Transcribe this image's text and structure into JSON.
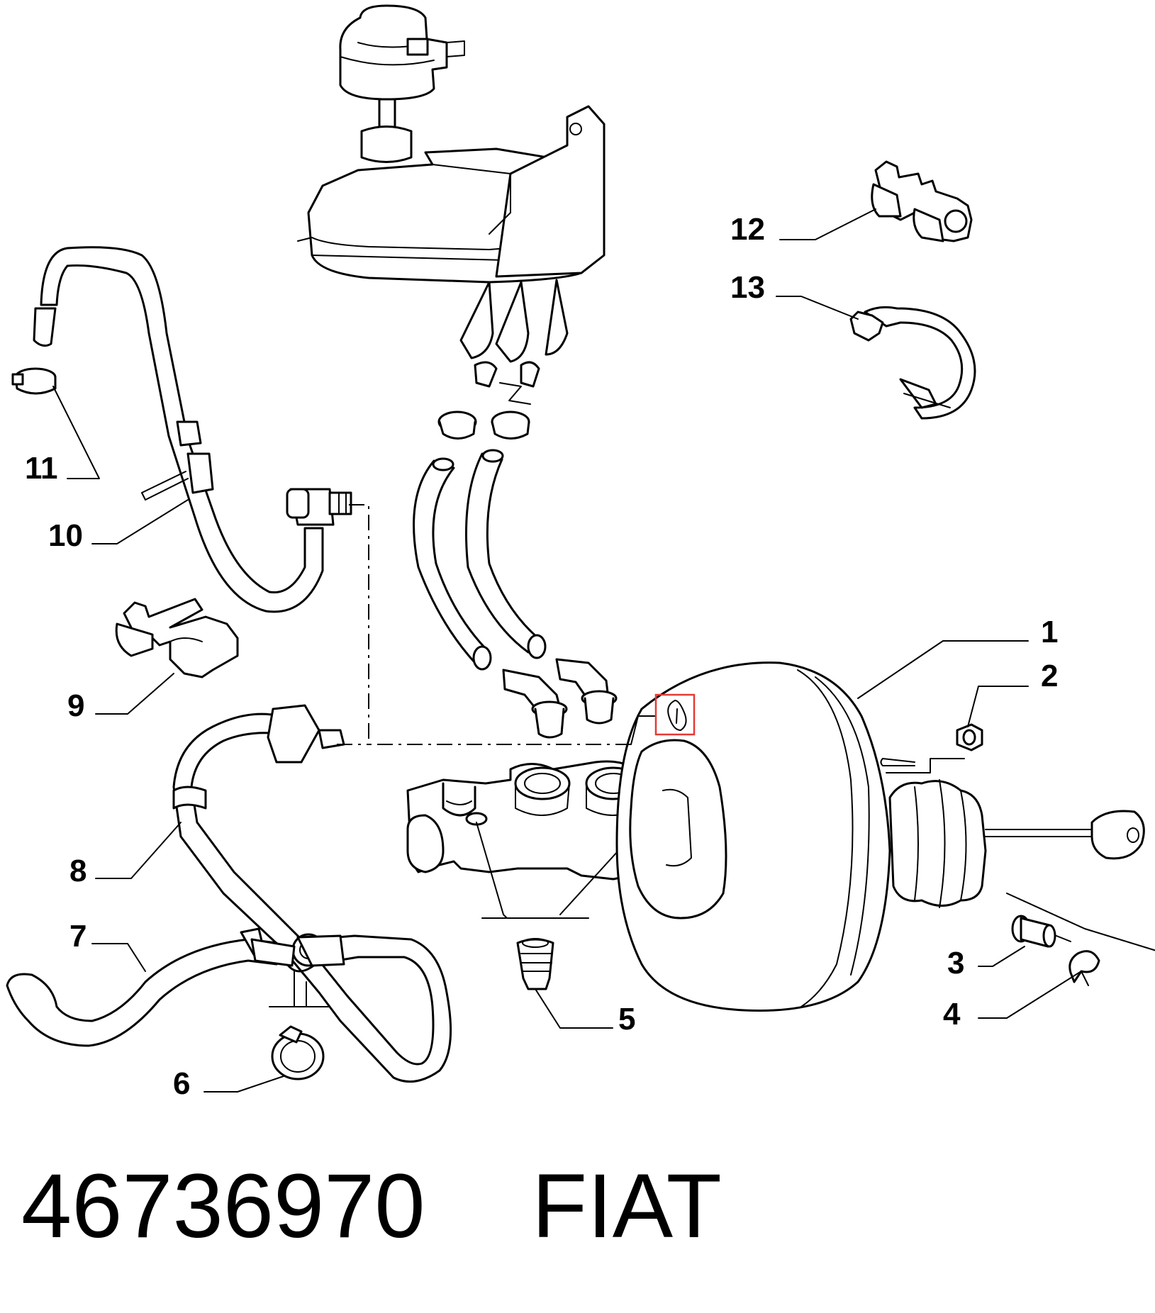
{
  "callouts": [
    {
      "number": "1"
    },
    {
      "number": "2"
    },
    {
      "number": "3"
    },
    {
      "number": "4"
    },
    {
      "number": "5"
    },
    {
      "number": "6"
    },
    {
      "number": "7"
    },
    {
      "number": "8"
    },
    {
      "number": "9"
    },
    {
      "number": "10"
    },
    {
      "number": "11"
    },
    {
      "number": "12"
    },
    {
      "number": "13"
    }
  ],
  "footer": {
    "part_number": "46736970",
    "brand": "FIAT"
  },
  "colors": {
    "highlight": "#e53935",
    "ink": "#000000"
  }
}
